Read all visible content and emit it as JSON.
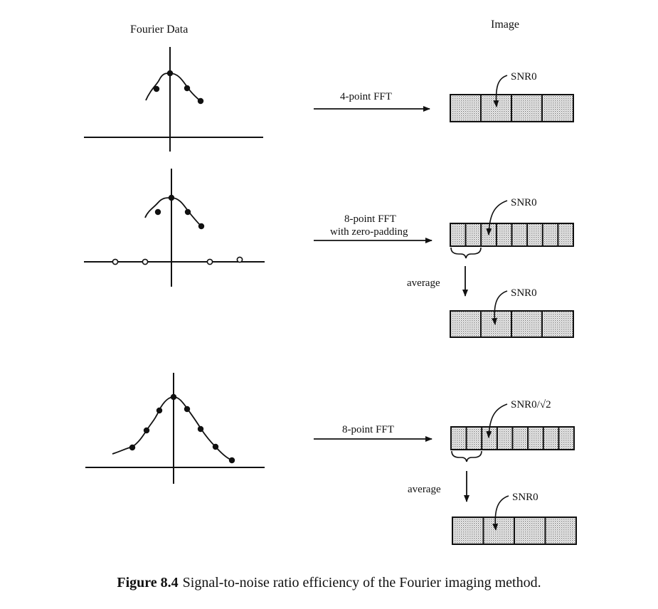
{
  "headers": {
    "fourier": "Fourier Data",
    "image": "Image"
  },
  "rows": {
    "row1": {
      "arrow_label": "4-point FFT",
      "snr_label": "SNR0"
    },
    "row2": {
      "arrow_label_line1": "8-point FFT",
      "arrow_label_line2": "with zero-padding",
      "snr_label": "SNR0",
      "average_label": "average",
      "snr_label_averaged": "SNR0"
    },
    "row3": {
      "arrow_label": "8-point FFT",
      "snr_label": "SNR0/√2",
      "average_label": "average",
      "snr_label_averaged": "SNR0"
    }
  },
  "caption": {
    "number": "Figure 8.4",
    "text": "Signal-to-noise ratio efficiency of the Fourier imaging method."
  },
  "colors": {
    "ink": "#111111",
    "stipple": "#bdbdbd",
    "paper": "#ffffff"
  }
}
